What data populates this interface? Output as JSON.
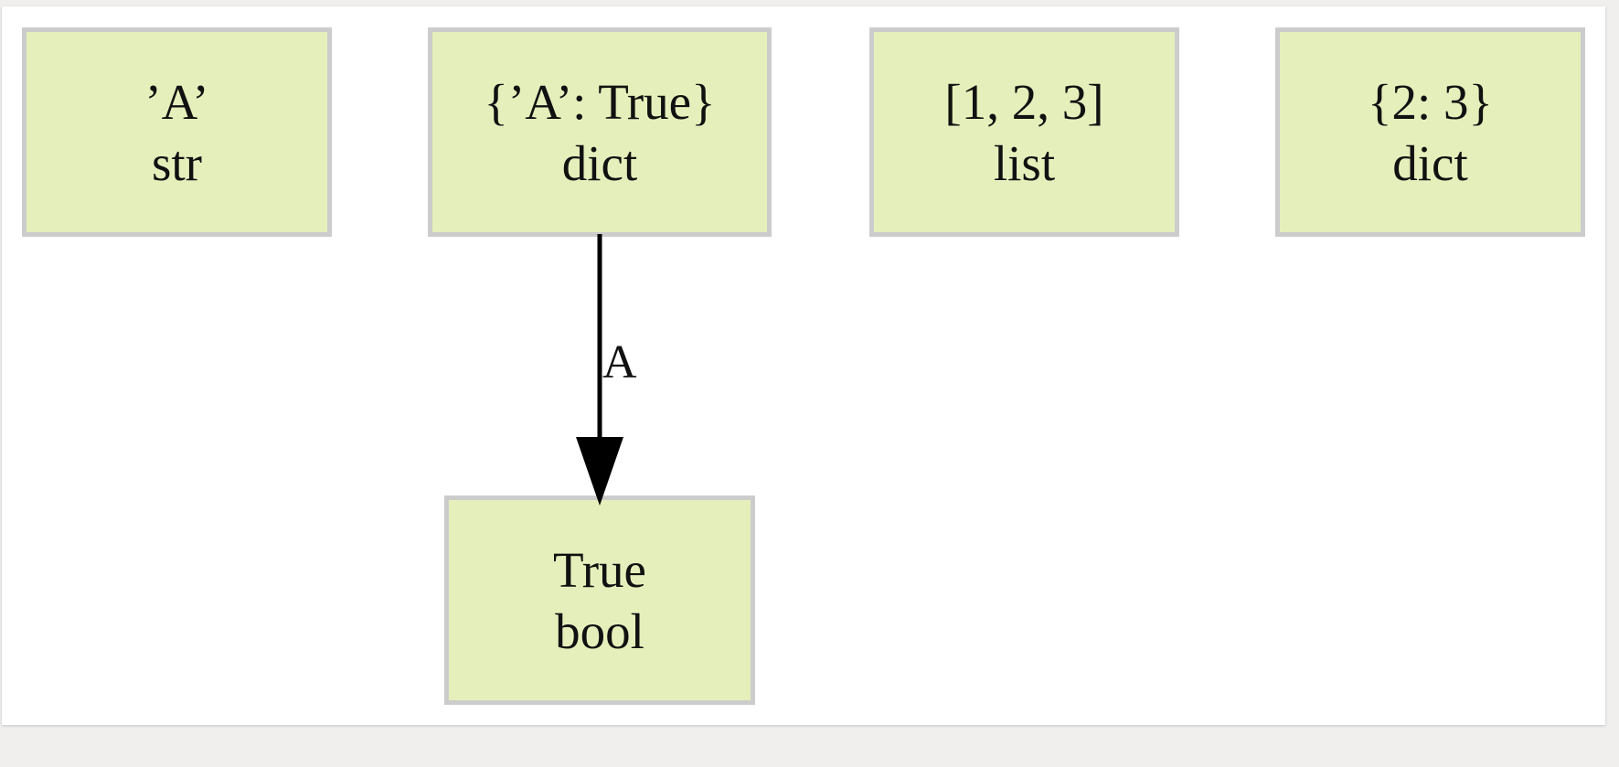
{
  "colors": {
    "node_fill": "#e5efbb",
    "node_border": "#cccccc",
    "edge": "#000000",
    "background": "#ffffff",
    "canvas": "#f0efee"
  },
  "nodes": [
    {
      "id": "str",
      "value": "’A’",
      "type": "str"
    },
    {
      "id": "dict1",
      "value": "{’A’: True}",
      "type": "dict"
    },
    {
      "id": "list",
      "value": "[1, 2, 3]",
      "type": "list"
    },
    {
      "id": "dict2",
      "value": "{2: 3}",
      "type": "dict"
    },
    {
      "id": "bool",
      "value": "True",
      "type": "bool"
    }
  ],
  "edges": [
    {
      "from": "dict1",
      "to": "bool",
      "label": "A"
    }
  ]
}
